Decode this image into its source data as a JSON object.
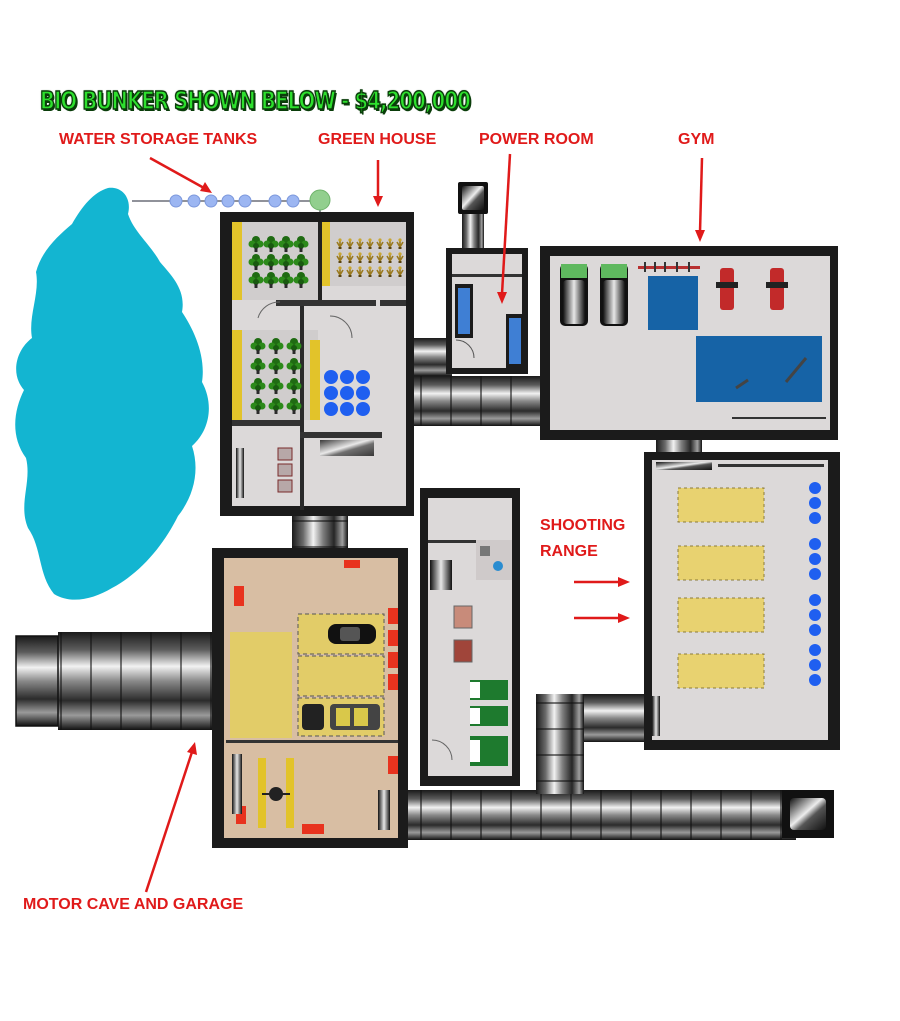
{
  "title": "BIO BUNKER SHOWN BELOW - $4,200,000",
  "labels": {
    "water": "WATER STORAGE TANKS",
    "greenhouse": "GREEN HOUSE",
    "power": "POWER ROOM",
    "gym": "GYM",
    "shooting_1": "SHOOTING",
    "shooting_2": "RANGE",
    "garage": "MOTOR CAVE AND GARAGE"
  },
  "colors": {
    "title_green": "#2ee02e",
    "label_red": "#e01a1a",
    "water_blue": "#13b5d1",
    "wall": "#1a1a1a",
    "floor": "#d9d6d6",
    "garage_floor": "#d8bea3",
    "lane_yellow": "#e8d270",
    "pool_blue": "#1663a6",
    "tank_blue": "#1f5ff0"
  }
}
